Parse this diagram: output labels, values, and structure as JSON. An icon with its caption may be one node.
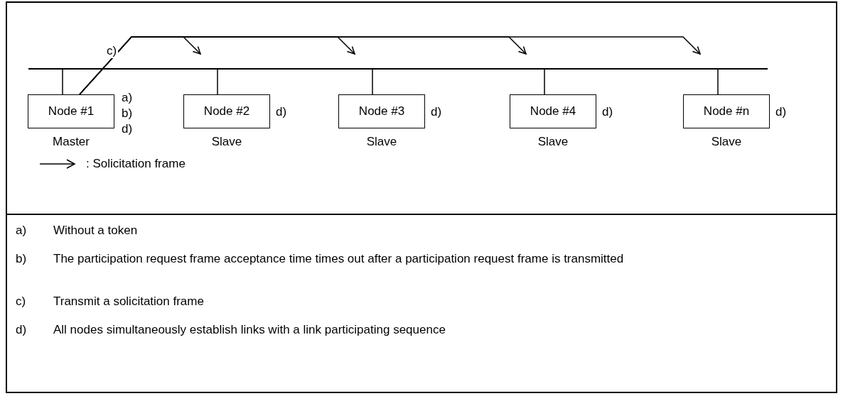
{
  "diagram": {
    "nodes": [
      {
        "text": [],
        "shape": "bar"
      },
      {
        "text": [
          "Node #1"
        ],
        "beside": [
          "a)",
          "b)",
          "d)",
          "Master"
        ]
      },
      {
        "text": [
          "Node #2"
        ],
        "beside": [
          "d)",
          "Slave"
        ]
      },
      {
        "text": [
          "Node #3"
        ],
        "beside": [
          "d)",
          "Slave"
        ]
      },
      {
        "text": [
          "Node #4"
        ],
        "beside": [
          "d)",
          "Slave"
        ]
      },
      {
        "text": [
          "Node #n"
        ],
        "beside": [
          "d)",
          "Slave"
        ]
      }
    ],
    "edges": [
      {
        "from": 0,
        "to": 1,
        "arrow": "none"
      },
      {
        "from": 0,
        "to": 2,
        "arrow": "none"
      },
      {
        "from": 0,
        "to": 3,
        "arrow": "none"
      },
      {
        "from": 0,
        "to": 4,
        "arrow": "none"
      },
      {
        "from": 0,
        "to": 5,
        "arrow": "none"
      },
      {
        "from": 1,
        "to": 0,
        "arrow": "to",
        "label": "c)"
      },
      {
        "from": 1,
        "to": 0,
        "arrow": "to"
      },
      {
        "from": 1,
        "to": 0,
        "arrow": "to"
      },
      {
        "from": 1,
        "to": 0,
        "arrow": "to"
      }
    ],
    "labels": [
      "a)",
      "Without a token",
      "b)",
      "The participation request frame acceptance time times out after a participation request frame is transmitted",
      "c)",
      "Transmit a solicitation frame",
      "d)",
      "All nodes simultaneously establish links with a link participating sequence"
    ],
    "legend": [
      {
        "text": ": Solicitation frame"
      }
    ]
  }
}
